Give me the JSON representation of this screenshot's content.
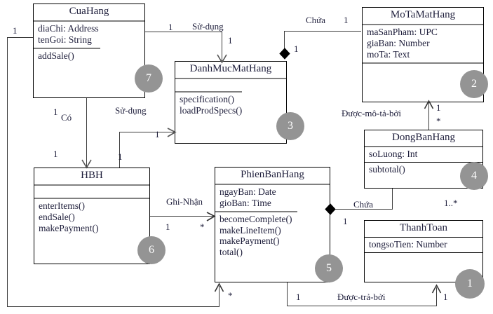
{
  "diagram": {
    "type": "uml-class-diagram",
    "language": "vi",
    "badge_color": "#949494",
    "line_color": "#3b3b3b",
    "text_color": "#1d1d3a"
  },
  "classes": [
    {
      "id": "cuahang",
      "name": "CuaHang",
      "attributes": [
        "diaChi: Address",
        "tenGoi: String"
      ],
      "operations": [
        "addSale()"
      ],
      "badge": "7"
    },
    {
      "id": "danhmucmathang",
      "name": "DanhMucMatHang",
      "attributes": [],
      "operations": [
        "specification()",
        "loadProdSpecs()"
      ],
      "badge": "3"
    },
    {
      "id": "motamathang",
      "name": "MoTaMatHang",
      "attributes": [
        "maSanPham: UPC",
        "giaBan: Number",
        "moTa: Text"
      ],
      "operations": [],
      "badge": "2"
    },
    {
      "id": "dongbanhang",
      "name": "DongBanHang",
      "attributes": [
        "soLuong: Int"
      ],
      "operations": [
        "subtotal()"
      ],
      "badge": "4"
    },
    {
      "id": "hbh",
      "name": "HBH",
      "attributes": [],
      "operations": [
        "enterItems()",
        "endSale()",
        "makePayment()"
      ],
      "badge": "6"
    },
    {
      "id": "phienbanhang",
      "name": "PhienBanHang",
      "attributes": [
        "ngayBan: Date",
        "gioBan: Time"
      ],
      "operations": [
        "becomeComplete()",
        "makeLineItem()",
        "makePayment()",
        "total()"
      ],
      "badge": "5"
    },
    {
      "id": "thanhtoan",
      "name": "ThanhToan",
      "attributes": [
        "tongsoTien: Number"
      ],
      "operations": [],
      "badge": "1"
    }
  ],
  "relations": [
    {
      "id": "r-cuahang-danhmuc",
      "label": "Sử-dụng",
      "source_mult": "1",
      "target_mult": "1"
    },
    {
      "id": "r-motamathang-danhmuc",
      "label": "Chứa",
      "source_mult": "1",
      "target_mult": "1"
    },
    {
      "id": "r-cuahang-hbh",
      "label": "Có",
      "source_mult": "1",
      "target_mult": "1"
    },
    {
      "id": "r-hbh-danhmuc",
      "label": "Sử-dụng",
      "source_mult": "1",
      "target_mult": "1"
    },
    {
      "id": "r-dongbanhang-motamathang",
      "label": "Được-mô-tả-bởi",
      "source_mult": "1",
      "target_mult": "*"
    },
    {
      "id": "r-hbh-phienbanhang",
      "label": "Ghi-Nhận",
      "source_mult": "1",
      "target_mult": "*"
    },
    {
      "id": "r-phienbanhang-dongbanhang",
      "label": "Chứa",
      "source_mult": "1",
      "target_mult": "1..*"
    },
    {
      "id": "r-phienbanhang-thanhtoan",
      "label": "Được-trả-bởi",
      "source_mult": "1",
      "target_mult": "1"
    },
    {
      "id": "r-cuahang-phienbanhang",
      "label": "",
      "source_mult": "1",
      "target_mult": "*"
    }
  ],
  "multiplicity_labels": {
    "left_cuahang": "1",
    "cuahang_out_right": "1",
    "danhmuc_in_top_left": "1",
    "danhmuc_in_top_right": "1",
    "motamathang_out": "1",
    "cuahang_down_top": "1",
    "cuahang_down_bottom": "1",
    "hbh_use_src": "1",
    "hbh_use_dst": "1",
    "dongban_up_one": "1",
    "dongban_up_star": "*",
    "hbh_ghinhan_src": "1",
    "hbh_ghinhan_dst": "*",
    "phien_chua": "1",
    "dongban_chua": "1..*",
    "phien_tra_src": "1",
    "thanhtoan_tra": "1",
    "phien_bottom_star": "*"
  }
}
